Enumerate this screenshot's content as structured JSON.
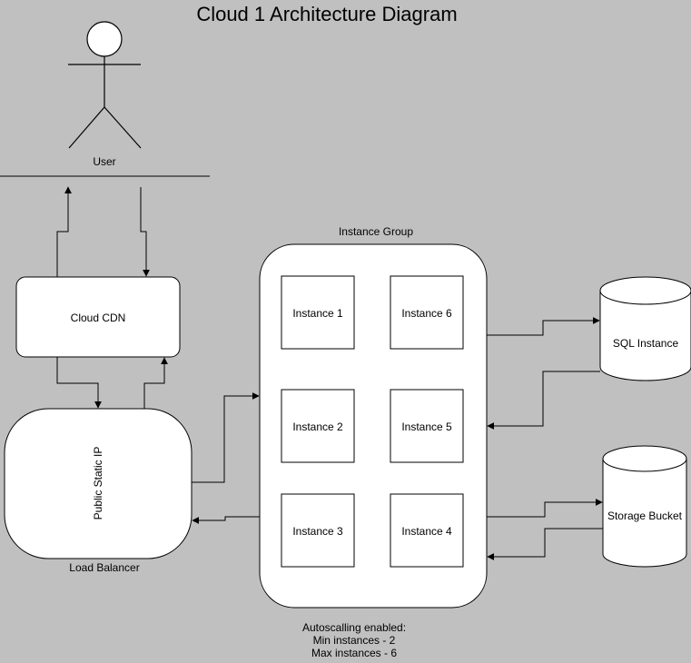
{
  "title": "Cloud 1 Architecture Diagram",
  "user": {
    "label": "User"
  },
  "cdn": {
    "label": "Cloud CDN"
  },
  "load_balancer": {
    "inner_label": "Public Static IP",
    "caption": "Load Balancer"
  },
  "instance_group": {
    "label": "Instance Group",
    "instances": [
      "Instance 1",
      "Instance 6",
      "Instance 2",
      "Instance 5",
      "Instance 3",
      "Instance 4"
    ]
  },
  "sql": {
    "label": "SQL Instance"
  },
  "storage": {
    "label": "Storage Bucket"
  },
  "autoscaling": {
    "line1": "Autoscalling enabled:",
    "line2": "Min instances - 2",
    "line3": "Max instances - 6"
  },
  "colors": {
    "background": "#c0c0c0",
    "shape_fill": "#ffffff",
    "stroke": "#000000"
  }
}
